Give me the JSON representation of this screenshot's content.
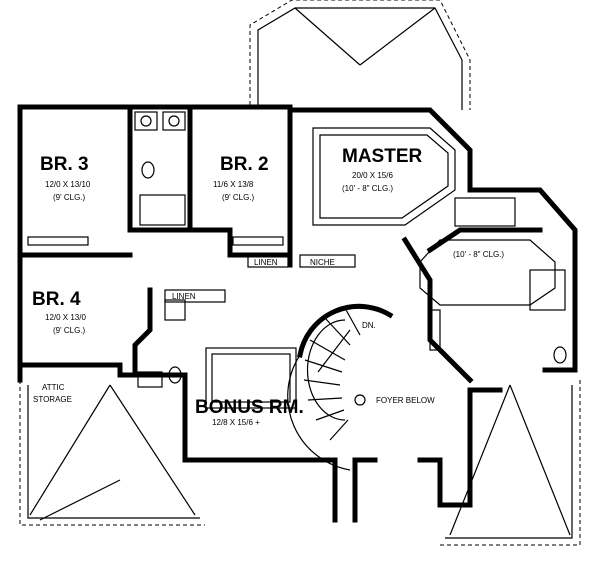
{
  "rooms": {
    "br3": {
      "name": "BR. 3",
      "size": "12/0 X 13/10",
      "ceiling": "(9' CLG.)"
    },
    "br2": {
      "name": "BR. 2",
      "size": "11/6 X 13/8",
      "ceiling": "(9' CLG.)"
    },
    "master": {
      "name": "MASTER",
      "size": "20/0 X 15/6",
      "ceiling": "(10' - 8\" CLG.)"
    },
    "master_bath": {
      "ceiling": "(10' - 8\" CLG.)"
    },
    "br4": {
      "name": "BR. 4",
      "size": "12/0 X 13/0",
      "ceiling": "(9' CLG.)"
    },
    "bonus": {
      "name": "BONUS RM.",
      "size": "12/8 X 15/6 +"
    },
    "attic": {
      "line1": "ATTIC",
      "line2": "STORAGE"
    },
    "foyer": {
      "name": "FOYER BELOW"
    }
  },
  "labels": {
    "linen_1": "LINEN",
    "niche": "NICHE",
    "linen_2": "LINEN",
    "stairs_down": "DN."
  }
}
